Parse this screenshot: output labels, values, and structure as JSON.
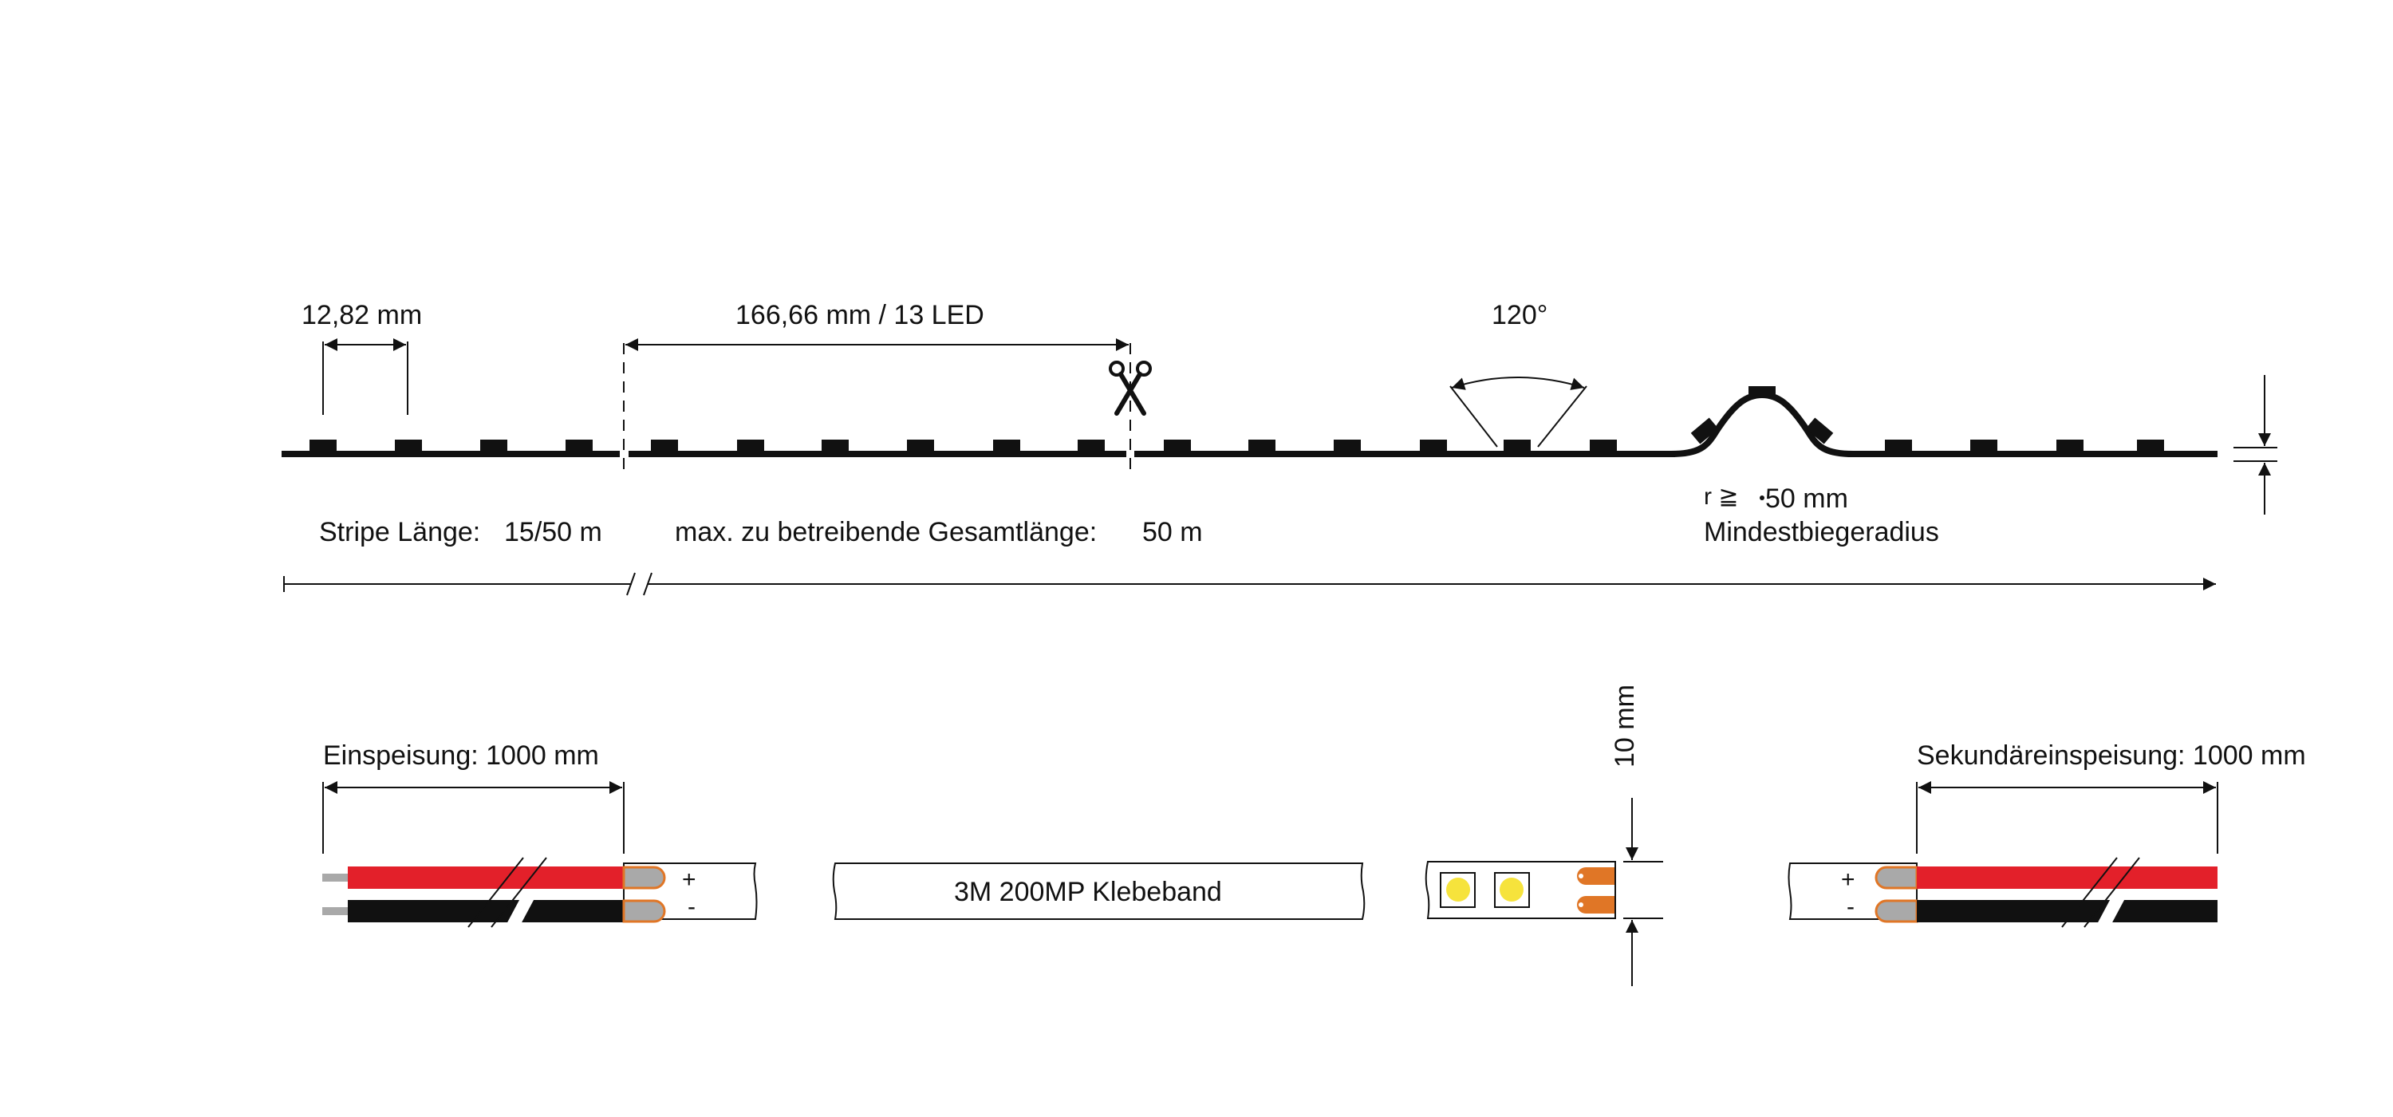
{
  "diagram": {
    "type": "LED strip technical drawing",
    "top_view": {
      "led_pitch_label": "12,82 mm",
      "segment_label": "166,66 mm / 13 LED",
      "beam_angle_label": "120°",
      "bend_radius_symbol": "r ≧",
      "bend_radius_value": "50 mm",
      "bend_radius_caption": "Mindestbiegeradius",
      "stripe_length_label": "Stripe Länge:",
      "stripe_length_value": "15/50 m",
      "max_length_label": "max. zu betreibende Gesamtlänge:",
      "max_length_value": "50 m",
      "cut_icon": "scissors-icon"
    },
    "bottom_view": {
      "feed_label": "Einspeisung: 1000 mm",
      "tape_label": "3M 200MP Klebeband",
      "width_label": "10 mm",
      "secondary_feed_label": "Sekundäreinspeisung: 1000 mm",
      "plus_sign": "+",
      "minus_sign": "-"
    },
    "colors": {
      "wire_positive": "#e3202a",
      "wire_negative": "#111111",
      "solder_pad": "#e07626",
      "wire_core": "#a9a9a9",
      "led_emitter": "#f6e33c",
      "line": "#111111"
    }
  }
}
